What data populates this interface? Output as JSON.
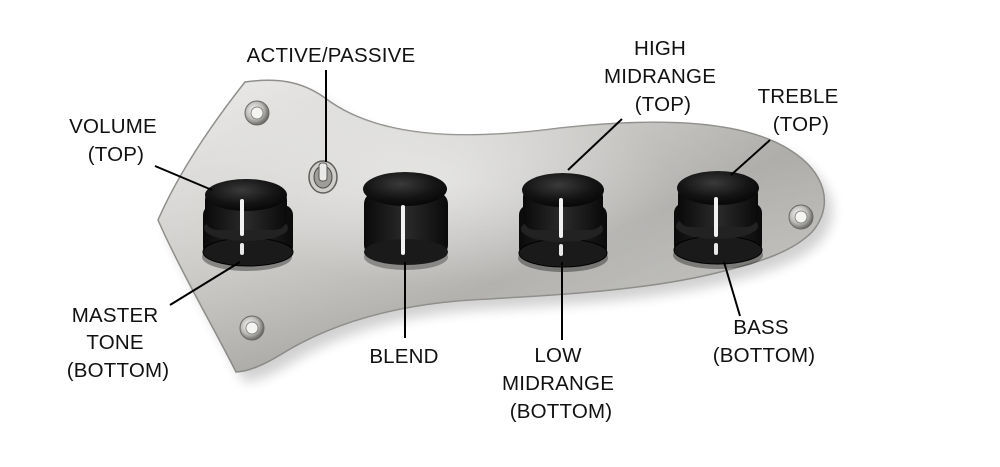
{
  "labels": {
    "active_passive": [
      "ACTIVE/PASSIVE"
    ],
    "volume": [
      "VOLUME",
      "(TOP)"
    ],
    "master_tone": [
      "MASTER",
      "TONE",
      "(BOTTOM)"
    ],
    "blend": [
      "BLEND"
    ],
    "high_midrange": [
      "HIGH",
      "MIDRANGE",
      "(TOP)"
    ],
    "low_midrange": [
      "LOW",
      "MIDRANGE",
      "(BOTTOM)"
    ],
    "treble": [
      "TREBLE",
      "(TOP)"
    ],
    "bass": [
      "BASS",
      "(BOTTOM)"
    ]
  },
  "colors": {
    "plate_light": "#d9d8d6",
    "plate_dark": "#8e8d8a",
    "knob": "#111111",
    "pointer": "#f2f2f2"
  }
}
